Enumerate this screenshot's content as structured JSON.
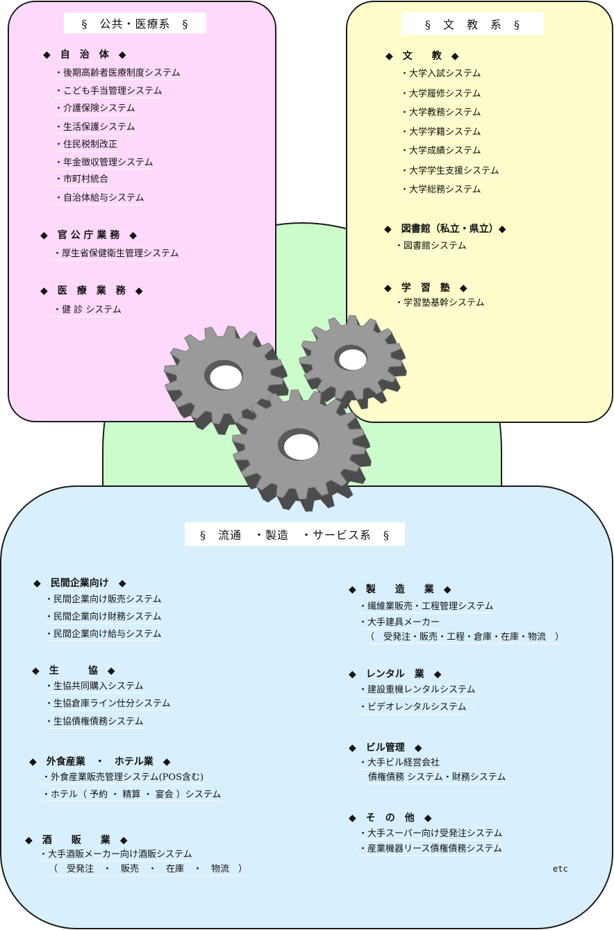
{
  "public_medical": {
    "title": "§　公共・医療系　§",
    "municipal": {
      "heading": "◆　自　治　体　◆",
      "items": [
        "・後期高齢者医療制度システム",
        "・こども手当管理システム",
        "・介護保険システム",
        "・生活保護システム",
        "・住民税制改正",
        "・年金徴収管理システム",
        "・市町村統合",
        "・自治体給与システム"
      ]
    },
    "government": {
      "heading": "◆　官 公 庁 業 務　◆",
      "items": [
        "・厚生省保健衛生管理システム"
      ]
    },
    "medical": {
      "heading": "◆　医　療　業　務　◆",
      "items": [
        "・健 診 システム"
      ]
    }
  },
  "education": {
    "title": "§　文　教　系　§",
    "school": {
      "heading": "◆　文　　教　◆",
      "items": [
        "・大学入試システム",
        "・大学履修システム",
        "・大学教務システム",
        "・大学学籍システム",
        "・大学成績システム",
        "・大学学生支援システム",
        "・大学総務システム"
      ]
    },
    "library": {
      "heading": "◆　図書館（私立・県立）◆",
      "items": [
        "・図書館システム"
      ]
    },
    "cram": {
      "heading": "◆　学　習　塾　◆",
      "items": [
        "・学習塾基幹システム"
      ]
    }
  },
  "distribution": {
    "title": "§　流通　・製造　・サービス系　§",
    "private": {
      "heading": "◆　民間企業向け　◆",
      "items": [
        "・民間企業向け販売システム",
        "・民間企業向け財務システム",
        "・民間企業向け給与システム"
      ]
    },
    "coop": {
      "heading": "◆　生　　　協　◆",
      "items": [
        "・生協共同購入システム",
        "・生協倉庫ライン仕分システム",
        "・生協債権債務システム"
      ]
    },
    "food_hotel": {
      "heading": "◆　外食産業　・　ホテル業　◆",
      "items": [
        "・外食産業販売管理システム(POS含む)",
        "・ホテル（ 予約 ・ 精算 ・ 宴会 ）システム"
      ]
    },
    "liquor": {
      "heading": "◆　酒　　販　　業　◆",
      "items": [
        "・大手酒販メーカー向け酒販システム",
        "（　受発注　・　販売　・　在庫　・　物流　）"
      ]
    },
    "manufacturing": {
      "heading": "◆　製　　造　　業　◆",
      "items": [
        "・繊維業販売・工程管理システム",
        "・大手建具メーカー",
        "（　受発注・販売・工程・倉庫・在庫・物流　）"
      ]
    },
    "rental": {
      "heading": "◆　レンタル　業　◆",
      "items": [
        "・建設重機レンタルシステム",
        "・ビデオレンタルシステム"
      ]
    },
    "building": {
      "heading": "◆　ビル管理　◆",
      "items": [
        "・大手ビル経営会社",
        "債権債務 システム・財務システム"
      ]
    },
    "other": {
      "heading": "◆　そ　の　他　◆",
      "items": [
        "・大手スーパー向け受発注システム",
        "・産業機器リース債権債務システム"
      ]
    },
    "etc": "etc"
  },
  "colors": {
    "public_medical_bg": "#ffd9fb",
    "education_bg": "#fefccb",
    "center_bg": "#ccfccb",
    "distribution_bg": "#d8f0fd",
    "gear": "#9a9a9a"
  },
  "icons": [
    "gear-icon"
  ]
}
